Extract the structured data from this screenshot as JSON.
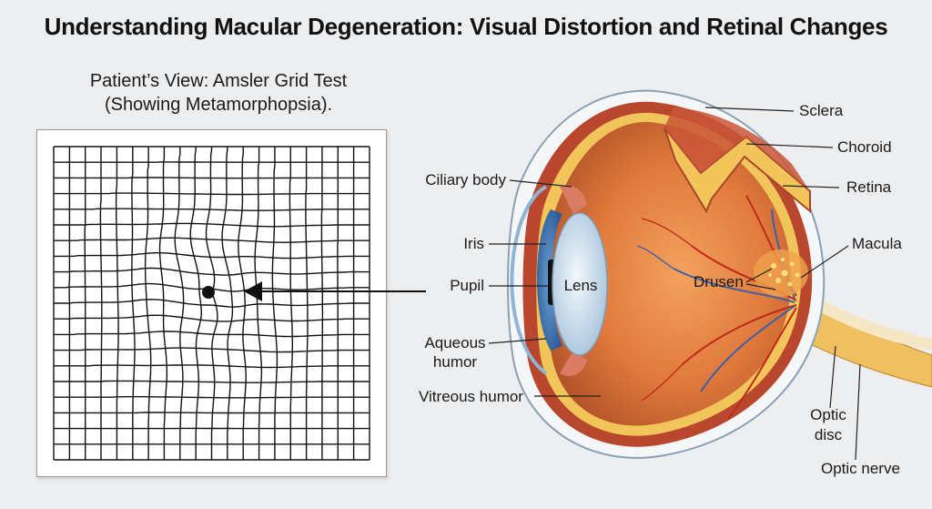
{
  "title": "Understanding Macular Degeneration: Visual Distortion and Retinal Changes",
  "left_panel": {
    "subtitle_line1": "Patient’s View: Amsler Grid Test",
    "subtitle_line2": "(Showing Metamorphopsia).",
    "grid": {
      "rows": 20,
      "cols": 20
    }
  },
  "labels": {
    "sclera": "Sclera",
    "choroid": "Choroid",
    "retina": "Retina",
    "macula": "Macula",
    "ciliary_body": "Ciliary body",
    "iris": "Iris",
    "pupil": "Pupil",
    "lens": "Lens",
    "drusen": "Drusen",
    "aqueous_humor_line1": "Aqueous",
    "aqueous_humor_line2": "humor",
    "vitreous_humor": "Vitreous humor",
    "optic_disc_line1": "Optic",
    "optic_disc_line2": "disc",
    "optic_nerve": "Optic nerve"
  },
  "colors": {
    "background": "#eceef0",
    "sclera": "#f4f6f8",
    "choroid": "#b8472e",
    "retina": "#f2c55a",
    "interior": "#e07a3c",
    "vessel_red": "#c0281c",
    "vessel_blue": "#3e5fa8",
    "iris": "#3f78b8",
    "lens": "#cfe0ee",
    "drusen": "#f7df7a"
  }
}
